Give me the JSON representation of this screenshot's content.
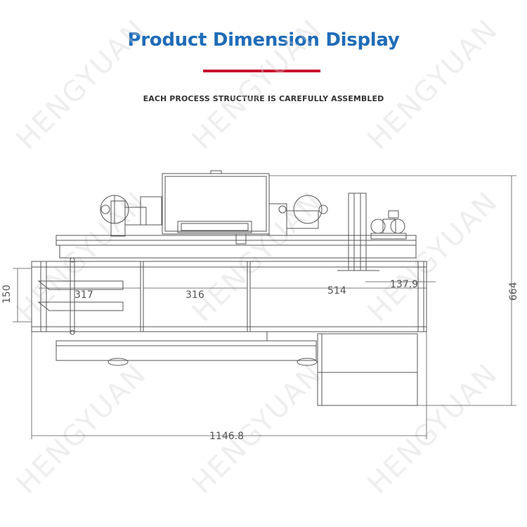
{
  "header": {
    "title": "Product Dimension Display",
    "subtitle": "EACH PROCESS STRUCTURE IS CAREFULLY ASSEMBLED"
  },
  "dimensions": {
    "height_150": "150",
    "length_317": "317",
    "length_316": "316",
    "length_514": "514",
    "offset_137_9": "137.9",
    "height_664": "664",
    "total_length": "1146.8"
  },
  "watermark": "HENGYUAN",
  "colors": {
    "title": "#1f6cb8",
    "accent_bar": "#c8102e",
    "line": "#555555"
  }
}
